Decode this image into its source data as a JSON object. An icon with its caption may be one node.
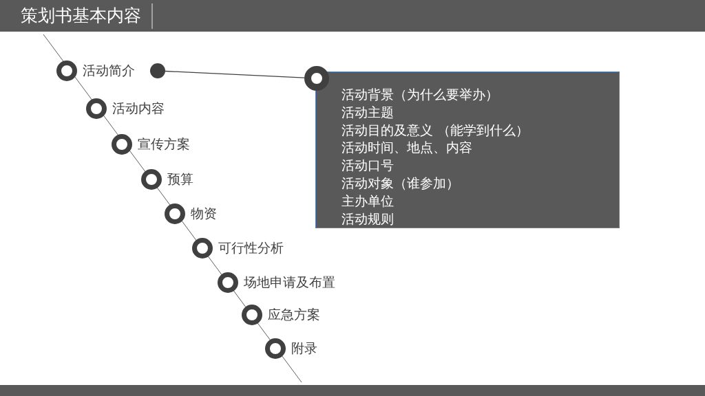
{
  "diagram": {
    "title": "策划书基本内容",
    "nodes": [
      {
        "text": [
          "活动简介"
        ]
      },
      {
        "text": [
          "活动内容"
        ]
      },
      {
        "text": [
          "宣传方案"
        ]
      },
      {
        "text": [
          "预算"
        ]
      },
      {
        "text": [
          "物资"
        ]
      },
      {
        "text": [
          "可行性分析"
        ]
      },
      {
        "text": [
          "场地申请及布置"
        ]
      },
      {
        "text": [
          "应急方案"
        ]
      },
      {
        "text": [
          "附录"
        ]
      },
      {
        "text": [],
        "shape": "circle"
      },
      {
        "text": [],
        "shape": "circle"
      },
      {
        "text": [
          "活动背景（为什么要举办）",
          "活动主题",
          "活动目的及意义 （能学到什么）",
          "活动时间、地点、内容",
          "活动口号",
          "活动对象（谁参加）",
          "主办单位",
          "活动规则"
        ]
      }
    ],
    "edges": [
      {
        "from": 9,
        "to": 10,
        "arrow": "none"
      }
    ]
  }
}
